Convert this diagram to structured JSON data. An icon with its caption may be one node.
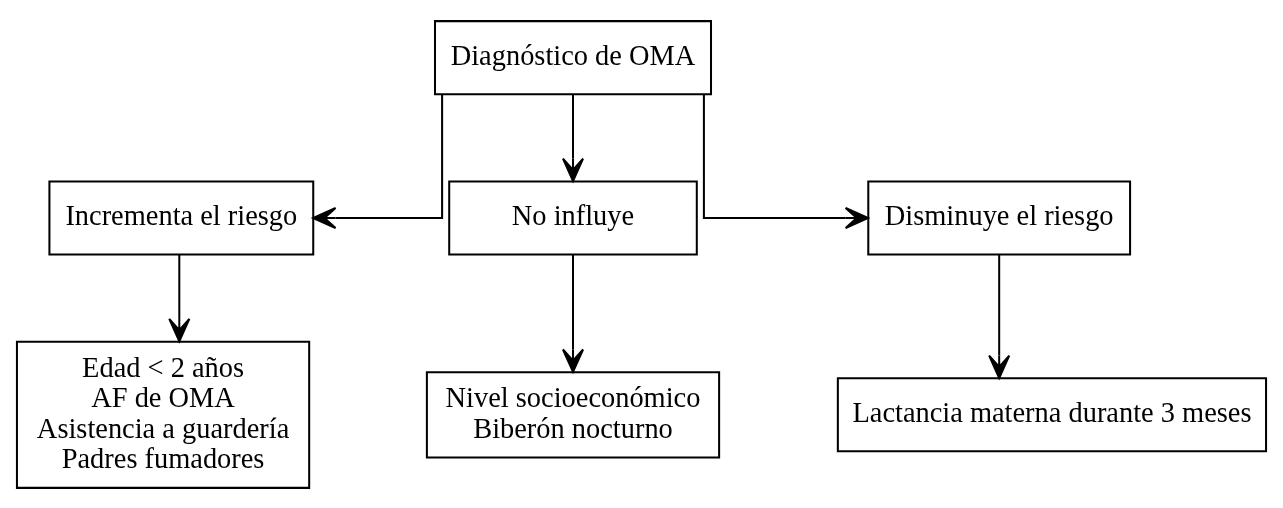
{
  "diagram": {
    "nodes": [
      {
        "text": [
          "Diagnóstico de OMA"
        ]
      },
      {
        "text": [
          "Incrementa el riesgo"
        ]
      },
      {
        "text": [
          "No influye"
        ]
      },
      {
        "text": [
          "Disminuye el riesgo"
        ]
      },
      {
        "text": [
          "Edad < 2 años",
          "AF de OMA",
          "Asistencia a guardería",
          "Padres fumadores"
        ]
      },
      {
        "text": [
          "Nivel socioeconómico",
          "Biberón nocturno"
        ]
      },
      {
        "text": [
          "Lactancia materna durante 3 meses"
        ]
      }
    ],
    "edges": [
      {
        "from": 0,
        "to": 1,
        "arrow": "to"
      },
      {
        "from": 0,
        "to": 2,
        "arrow": "to"
      },
      {
        "from": 0,
        "to": 3,
        "arrow": "to"
      },
      {
        "from": 1,
        "to": 4,
        "arrow": "to"
      },
      {
        "from": 2,
        "to": 5,
        "arrow": "to"
      },
      {
        "from": 3,
        "to": 6,
        "arrow": "to"
      }
    ]
  }
}
